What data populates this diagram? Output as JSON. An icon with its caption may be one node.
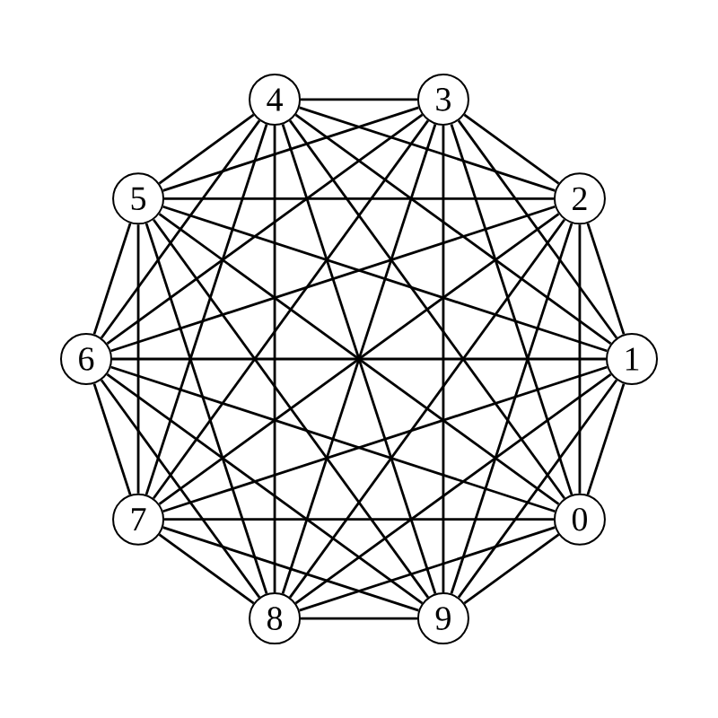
{
  "diagram": {
    "nodes": [
      {
        "text": [
          "0"
        ]
      },
      {
        "text": [
          "1"
        ]
      },
      {
        "text": [
          "2"
        ]
      },
      {
        "text": [
          "3"
        ]
      },
      {
        "text": [
          "4"
        ]
      },
      {
        "text": [
          "5"
        ]
      },
      {
        "text": [
          "6"
        ]
      },
      {
        "text": [
          "7"
        ]
      },
      {
        "text": [
          "8"
        ]
      },
      {
        "text": [
          "9"
        ]
      }
    ],
    "edges": [
      {
        "from": 0,
        "to": 1,
        "arrow": "none"
      },
      {
        "from": 0,
        "to": 2,
        "arrow": "none"
      },
      {
        "from": 0,
        "to": 3,
        "arrow": "none"
      },
      {
        "from": 0,
        "to": 4,
        "arrow": "none"
      },
      {
        "from": 0,
        "to": 5,
        "arrow": "none"
      },
      {
        "from": 0,
        "to": 6,
        "arrow": "none"
      },
      {
        "from": 0,
        "to": 7,
        "arrow": "none"
      },
      {
        "from": 0,
        "to": 8,
        "arrow": "none"
      },
      {
        "from": 0,
        "to": 9,
        "arrow": "none"
      },
      {
        "from": 1,
        "to": 2,
        "arrow": "none"
      },
      {
        "from": 1,
        "to": 3,
        "arrow": "none"
      },
      {
        "from": 1,
        "to": 4,
        "arrow": "none"
      },
      {
        "from": 1,
        "to": 5,
        "arrow": "none"
      },
      {
        "from": 1,
        "to": 6,
        "arrow": "none"
      },
      {
        "from": 1,
        "to": 7,
        "arrow": "none"
      },
      {
        "from": 1,
        "to": 8,
        "arrow": "none"
      },
      {
        "from": 1,
        "to": 9,
        "arrow": "none"
      },
      {
        "from": 2,
        "to": 3,
        "arrow": "none"
      },
      {
        "from": 2,
        "to": 4,
        "arrow": "none"
      },
      {
        "from": 2,
        "to": 5,
        "arrow": "none"
      },
      {
        "from": 2,
        "to": 6,
        "arrow": "none"
      },
      {
        "from": 2,
        "to": 7,
        "arrow": "none"
      },
      {
        "from": 2,
        "to": 8,
        "arrow": "none"
      },
      {
        "from": 2,
        "to": 9,
        "arrow": "none"
      },
      {
        "from": 3,
        "to": 4,
        "arrow": "none"
      },
      {
        "from": 3,
        "to": 5,
        "arrow": "none"
      },
      {
        "from": 3,
        "to": 6,
        "arrow": "none"
      },
      {
        "from": 3,
        "to": 7,
        "arrow": "none"
      },
      {
        "from": 3,
        "to": 8,
        "arrow": "none"
      },
      {
        "from": 3,
        "to": 9,
        "arrow": "none"
      },
      {
        "from": 4,
        "to": 5,
        "arrow": "none"
      },
      {
        "from": 4,
        "to": 6,
        "arrow": "none"
      },
      {
        "from": 4,
        "to": 7,
        "arrow": "none"
      },
      {
        "from": 4,
        "to": 8,
        "arrow": "none"
      },
      {
        "from": 4,
        "to": 9,
        "arrow": "none"
      },
      {
        "from": 5,
        "to": 6,
        "arrow": "none"
      },
      {
        "from": 5,
        "to": 7,
        "arrow": "none"
      },
      {
        "from": 5,
        "to": 8,
        "arrow": "none"
      },
      {
        "from": 5,
        "to": 9,
        "arrow": "none"
      },
      {
        "from": 6,
        "to": 7,
        "arrow": "none"
      },
      {
        "from": 6,
        "to": 8,
        "arrow": "none"
      },
      {
        "from": 6,
        "to": 9,
        "arrow": "none"
      },
      {
        "from": 7,
        "to": 8,
        "arrow": "none"
      },
      {
        "from": 7,
        "to": 9,
        "arrow": "none"
      },
      {
        "from": 8,
        "to": 9,
        "arrow": "none"
      }
    ]
  }
}
